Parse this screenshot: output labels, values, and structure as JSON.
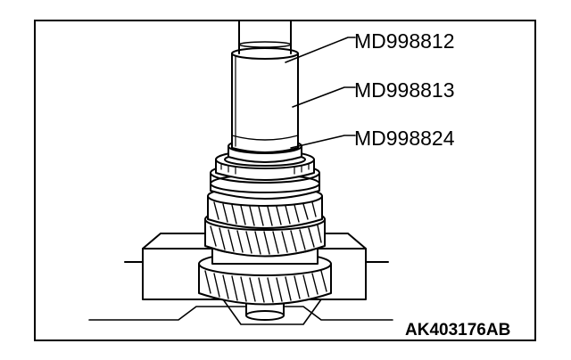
{
  "labels": {
    "tool_1": "MD998812",
    "tool_2": "MD998813",
    "tool_3": "MD998824"
  },
  "figure_id": "AK403176AB"
}
